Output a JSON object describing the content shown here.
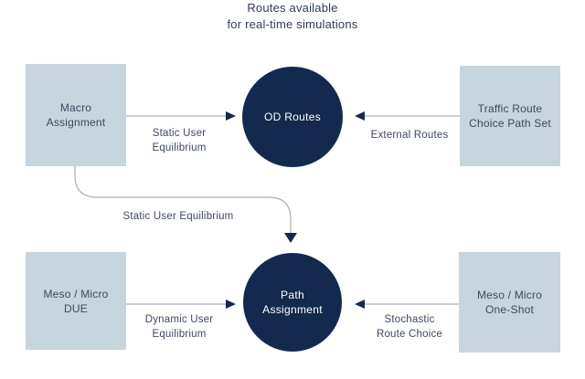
{
  "title": {
    "line1": "Routes available",
    "line2": "for real-time simulations"
  },
  "nodes": {
    "macro": {
      "line1": "Macro",
      "line2": "Assignment"
    },
    "od_routes": {
      "label": "OD Routes"
    },
    "traffic_route": {
      "line1": "Traffic Route",
      "line2": "Choice Path Set"
    },
    "meso_due": {
      "line1": "Meso / Micro",
      "line2": "DUE"
    },
    "path_assignment": {
      "line1": "Path",
      "line2": "Assignment"
    },
    "meso_one_shot": {
      "line1": "Meso / Micro",
      "line2": "One-Shot"
    }
  },
  "edges": {
    "static_ue_top": {
      "line1": "Static User",
      "line2": "Equilibrium"
    },
    "external_routes": {
      "label": "External Routes"
    },
    "static_ue_curved": {
      "label": "Static User Equilibrium"
    },
    "dynamic_ue": {
      "line1": "Dynamic User",
      "line2": "Equilibrium"
    },
    "stochastic": {
      "line1": "Stochastic",
      "line2": "Route Choice"
    }
  },
  "colors": {
    "box_fill": "#c6d5de",
    "circle_fill": "#132a4e",
    "line": "#aab0ba",
    "arrowhead": "#16294c",
    "node_text": "#3e4960",
    "label_text": "#3e4960",
    "title_text": "#303b55"
  }
}
